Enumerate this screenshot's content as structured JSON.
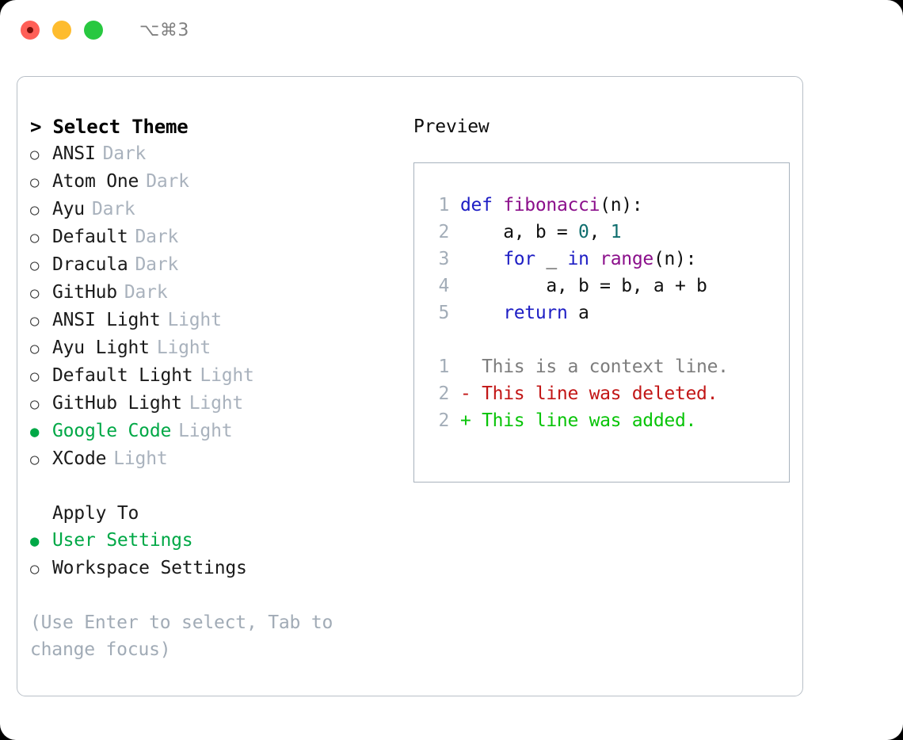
{
  "titlebar": {
    "traffic_lights": [
      "close",
      "minimize",
      "maximize"
    ],
    "shortcut": "⌥⌘3"
  },
  "theme_list": {
    "header": "> Select Theme",
    "items": [
      {
        "bullet": "○",
        "name": "ANSI",
        "category": "Dark",
        "selected": false
      },
      {
        "bullet": "○",
        "name": "Atom One",
        "category": "Dark",
        "selected": false
      },
      {
        "bullet": "○",
        "name": "Ayu",
        "category": "Dark",
        "selected": false
      },
      {
        "bullet": "○",
        "name": "Default",
        "category": "Dark",
        "selected": false
      },
      {
        "bullet": "○",
        "name": "Dracula",
        "category": "Dark",
        "selected": false
      },
      {
        "bullet": "○",
        "name": "GitHub",
        "category": "Dark",
        "selected": false
      },
      {
        "bullet": "○",
        "name": "ANSI Light",
        "category": "Light",
        "selected": false
      },
      {
        "bullet": "○",
        "name": "Ayu Light",
        "category": "Light",
        "selected": false
      },
      {
        "bullet": "○",
        "name": "Default Light",
        "category": "Light",
        "selected": false
      },
      {
        "bullet": "○",
        "name": "GitHub Light",
        "category": "Light",
        "selected": false
      },
      {
        "bullet": "●",
        "name": "Google Code",
        "category": "Light",
        "selected": true
      },
      {
        "bullet": "○",
        "name": "XCode",
        "category": "Light",
        "selected": false
      }
    ]
  },
  "apply_to": {
    "header": "Apply To",
    "items": [
      {
        "bullet": "●",
        "name": "User Settings",
        "selected": true
      },
      {
        "bullet": "○",
        "name": "Workspace Settings",
        "selected": false
      }
    ]
  },
  "hint": "(Use Enter to select, Tab to change focus)",
  "preview": {
    "title": "Preview",
    "code": [
      {
        "lineno": "1",
        "tokens": [
          {
            "t": "def ",
            "c": "kw"
          },
          {
            "t": "fibonacci",
            "c": "fn"
          },
          {
            "t": "(n):",
            "c": "code-text"
          }
        ]
      },
      {
        "lineno": "2",
        "tokens": [
          {
            "t": "    a, b = ",
            "c": "code-text"
          },
          {
            "t": "0",
            "c": "num"
          },
          {
            "t": ", ",
            "c": "code-text"
          },
          {
            "t": "1",
            "c": "num"
          }
        ]
      },
      {
        "lineno": "3",
        "tokens": [
          {
            "t": "    ",
            "c": "code-text"
          },
          {
            "t": "for",
            "c": "kw"
          },
          {
            "t": " _ ",
            "c": "code-text"
          },
          {
            "t": "in",
            "c": "kw"
          },
          {
            "t": " ",
            "c": "code-text"
          },
          {
            "t": "range",
            "c": "fn"
          },
          {
            "t": "(n):",
            "c": "code-text"
          }
        ]
      },
      {
        "lineno": "4",
        "tokens": [
          {
            "t": "        a, b = b, a + b",
            "c": "code-text"
          }
        ]
      },
      {
        "lineno": "5",
        "tokens": [
          {
            "t": "    ",
            "c": "code-text"
          },
          {
            "t": "return",
            "c": "kw"
          },
          {
            "t": " a",
            "c": "code-text"
          }
        ]
      }
    ],
    "diff": [
      {
        "lineno": "1",
        "marker": " ",
        "text": "  This is a context line.",
        "kind": "diff-ctx"
      },
      {
        "lineno": "2",
        "marker": "-",
        "text": "- This line was deleted.",
        "kind": "diff-del"
      },
      {
        "lineno": "2",
        "marker": "+",
        "text": "+ This line was added.",
        "kind": "diff-add"
      }
    ]
  },
  "colors": {
    "selected_green": "#00a846",
    "muted_gray": "#a9b2bd",
    "keyword_blue": "#1d1dc4",
    "function_purple": "#8b0f8b",
    "number_teal": "#0f6e6e",
    "diff_deleted_red": "#c21616",
    "diff_added_green": "#08c408",
    "panel_border": "#b8bfc7"
  }
}
